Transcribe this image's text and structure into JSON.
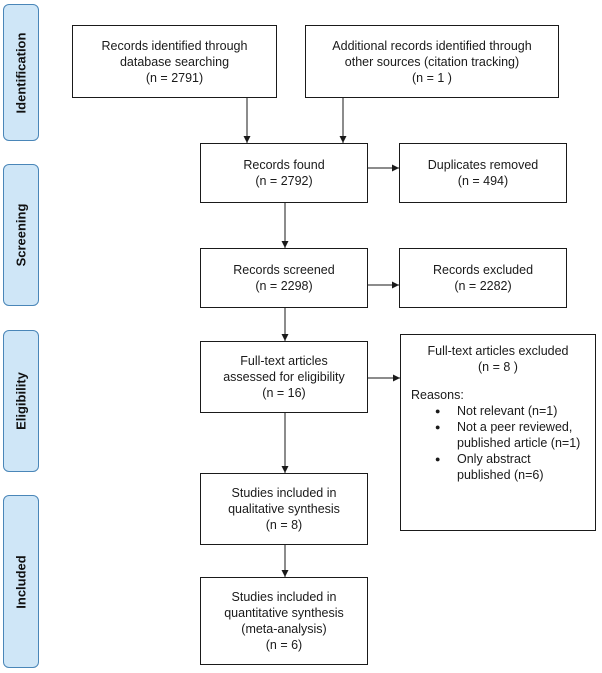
{
  "phases": {
    "identification": "Identification",
    "screening": "Screening",
    "eligibility": "Eligibility",
    "included": "Included"
  },
  "boxes": {
    "database": {
      "line1": "Records identified through",
      "line2": "database searching",
      "line3": "(n = 2791)"
    },
    "other": {
      "line1": "Additional records identified through",
      "line2": "other sources (citation tracking)",
      "line3": "(n =  1 )"
    },
    "found": {
      "line1": "Records  found",
      "line2": "(n =  2792)"
    },
    "duplicates": {
      "line1": "Duplicates removed",
      "line2": "(n = 494)"
    },
    "screened": {
      "line1": "Records screened",
      "line2": "(n = 2298)"
    },
    "excluded": {
      "line1": "Records excluded",
      "line2": "(n = 2282)"
    },
    "fulltext": {
      "line1": "Full-text articles",
      "line2": "assessed for eligibility",
      "line3": "(n =  16)"
    },
    "fulltext_excluded": {
      "line1": "Full-text articles excluded",
      "line2": "(n = 8 )",
      "reasons_label": "Reasons:",
      "reasons": [
        "Not relevant (n=1)",
        "Not a peer reviewed, published article (n=1)",
        "Only abstract published (n=6)"
      ]
    },
    "qualitative": {
      "line1": "Studies included in",
      "line2": "qualitative synthesis",
      "line3": "(n = 8)"
    },
    "quantitative": {
      "line1": "Studies included in",
      "line2": "quantitative synthesis",
      "line3": "(meta-analysis)",
      "line4": "(n =  6)"
    }
  },
  "colors": {
    "phase_fill": "#cfe6f7",
    "phase_border": "#4a86b8",
    "line": "#1a1a1a"
  }
}
